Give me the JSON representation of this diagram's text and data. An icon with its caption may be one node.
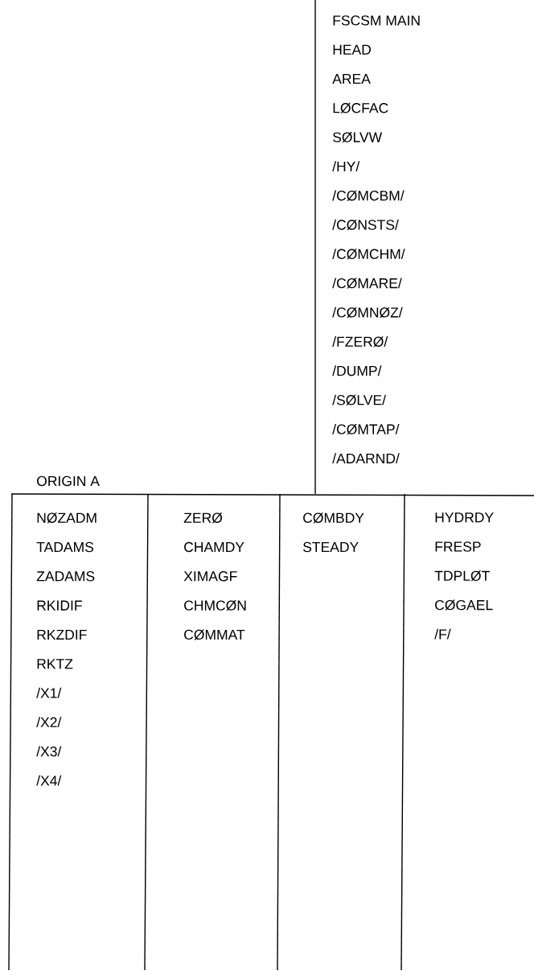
{
  "diagram": {
    "nodes": [
      {
        "text": [
          "FSCSM MAIN",
          "HEAD",
          "AREA",
          "LØCFAC",
          "SØLVW",
          "/HY/",
          "/CØMCBM/",
          "/CØNSTS/",
          "/CØMCHM/",
          "/CØMARE/",
          "/CØMNØZ/",
          "/FZERØ/",
          "/DUMP/",
          "/SØLVE/",
          "/CØMTAP/",
          "/ADARND/"
        ]
      },
      {
        "text": [
          "NØZADM",
          "TADAMS",
          "ZADAMS",
          "RKIDIF",
          "RKZDIF",
          "RKTZ",
          "/X1/",
          "/X2/",
          "/X3/",
          "/X4/"
        ]
      },
      {
        "text": [
          "ZERØ",
          "CHAMDY",
          "XIMAGF",
          "CHMCØN",
          "CØMMAT"
        ]
      },
      {
        "text": [
          "CØMBDY",
          "STEADY"
        ]
      },
      {
        "text": [
          "HYDRDY",
          "FRESP",
          "TDPLØT",
          "CØGAEL",
          "/F/"
        ]
      }
    ],
    "labels": [
      "ORIGIN A"
    ]
  }
}
